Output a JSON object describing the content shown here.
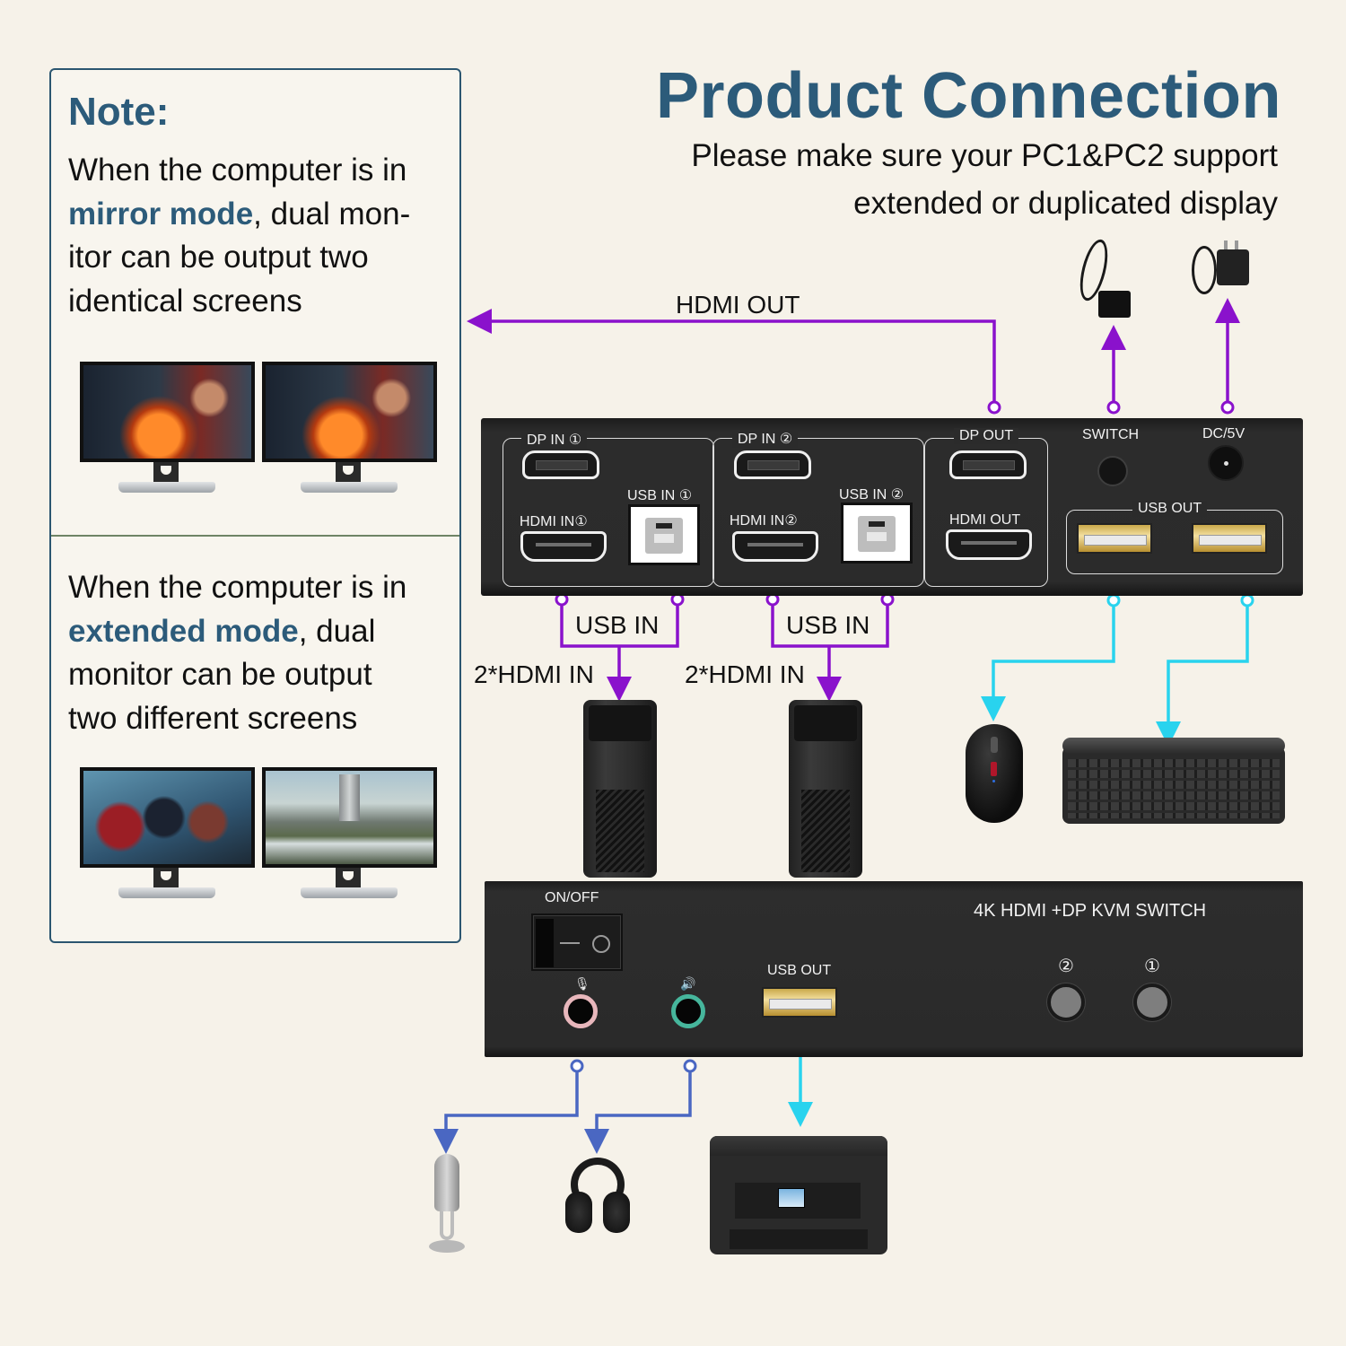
{
  "header": {
    "title": "Product Connection",
    "subtitle_line1": "Please make sure your PC1&PC2 support",
    "subtitle_line2": "extended or duplicated display"
  },
  "note": {
    "title": "Note:",
    "mirror": {
      "pre": "When the computer is in ",
      "highlight": "mirror mode",
      "post": ", dual mon-itor can be output two identical screens",
      "lines": [
        "When the computer is in",
        "mirror mode|, dual mon-",
        "itor can be output two",
        "identical screens"
      ],
      "screens": [
        "doctor-strange-scene",
        "doctor-strange-scene"
      ]
    },
    "extended": {
      "highlight": "extended mode",
      "lines": [
        "When the computer is in",
        "extended mode|, dual",
        "monitor can be output",
        "two different screens"
      ],
      "screens": [
        "superhero-team-scene",
        "rocket-landscape-scene"
      ]
    }
  },
  "rear_panel": {
    "groups": [
      {
        "label": "DP IN ①",
        "hdmi_label": "HDMI IN①",
        "usb_label": "USB IN ①"
      },
      {
        "label": "DP IN ②",
        "hdmi_label": "HDMI IN②",
        "usb_label": "USB IN ②"
      },
      {
        "label": "DP OUT",
        "hdmi_label": "HDMI OUT"
      }
    ],
    "switch_label": "SWITCH",
    "dc_label": "DC/5V",
    "usb_out_label": "USB OUT"
  },
  "front_panel": {
    "power_label": "ON/OFF",
    "model_label": "4K HDMI +DP KVM SWITCH",
    "usb_out_label": "USB OUT",
    "mic_icon": "microphone-icon",
    "speaker_icon": "speaker-icon",
    "buttons": [
      "②",
      "①"
    ]
  },
  "connections": {
    "hdmi_out": "HDMI OUT",
    "usb_in_1": "USB IN",
    "usb_in_2": "USB IN",
    "hdmi_in_1": "2*HDMI IN",
    "hdmi_in_2": "2*HDMI IN"
  },
  "peripherals": [
    "wired-remote-switch",
    "dc-power-adapter",
    "pc-1",
    "pc-2",
    "mouse",
    "keyboard",
    "microphone",
    "headphones",
    "printer"
  ],
  "colors": {
    "background": "#f6f2e9",
    "accent_blue": "#2c5b7a",
    "wire_purple": "#8a12cc",
    "wire_cyan": "#29d3ee",
    "wire_blue": "#4a67c2"
  }
}
